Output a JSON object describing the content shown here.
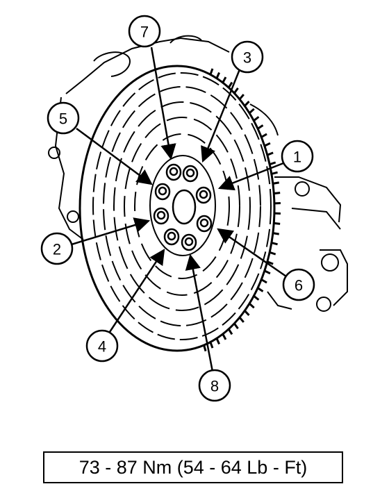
{
  "diagram": {
    "callouts": [
      "1",
      "2",
      "3",
      "4",
      "5",
      "6",
      "7",
      "8"
    ],
    "torque_spec": "73 - 87 Nm (54 - 64 Lb - Ft)"
  }
}
